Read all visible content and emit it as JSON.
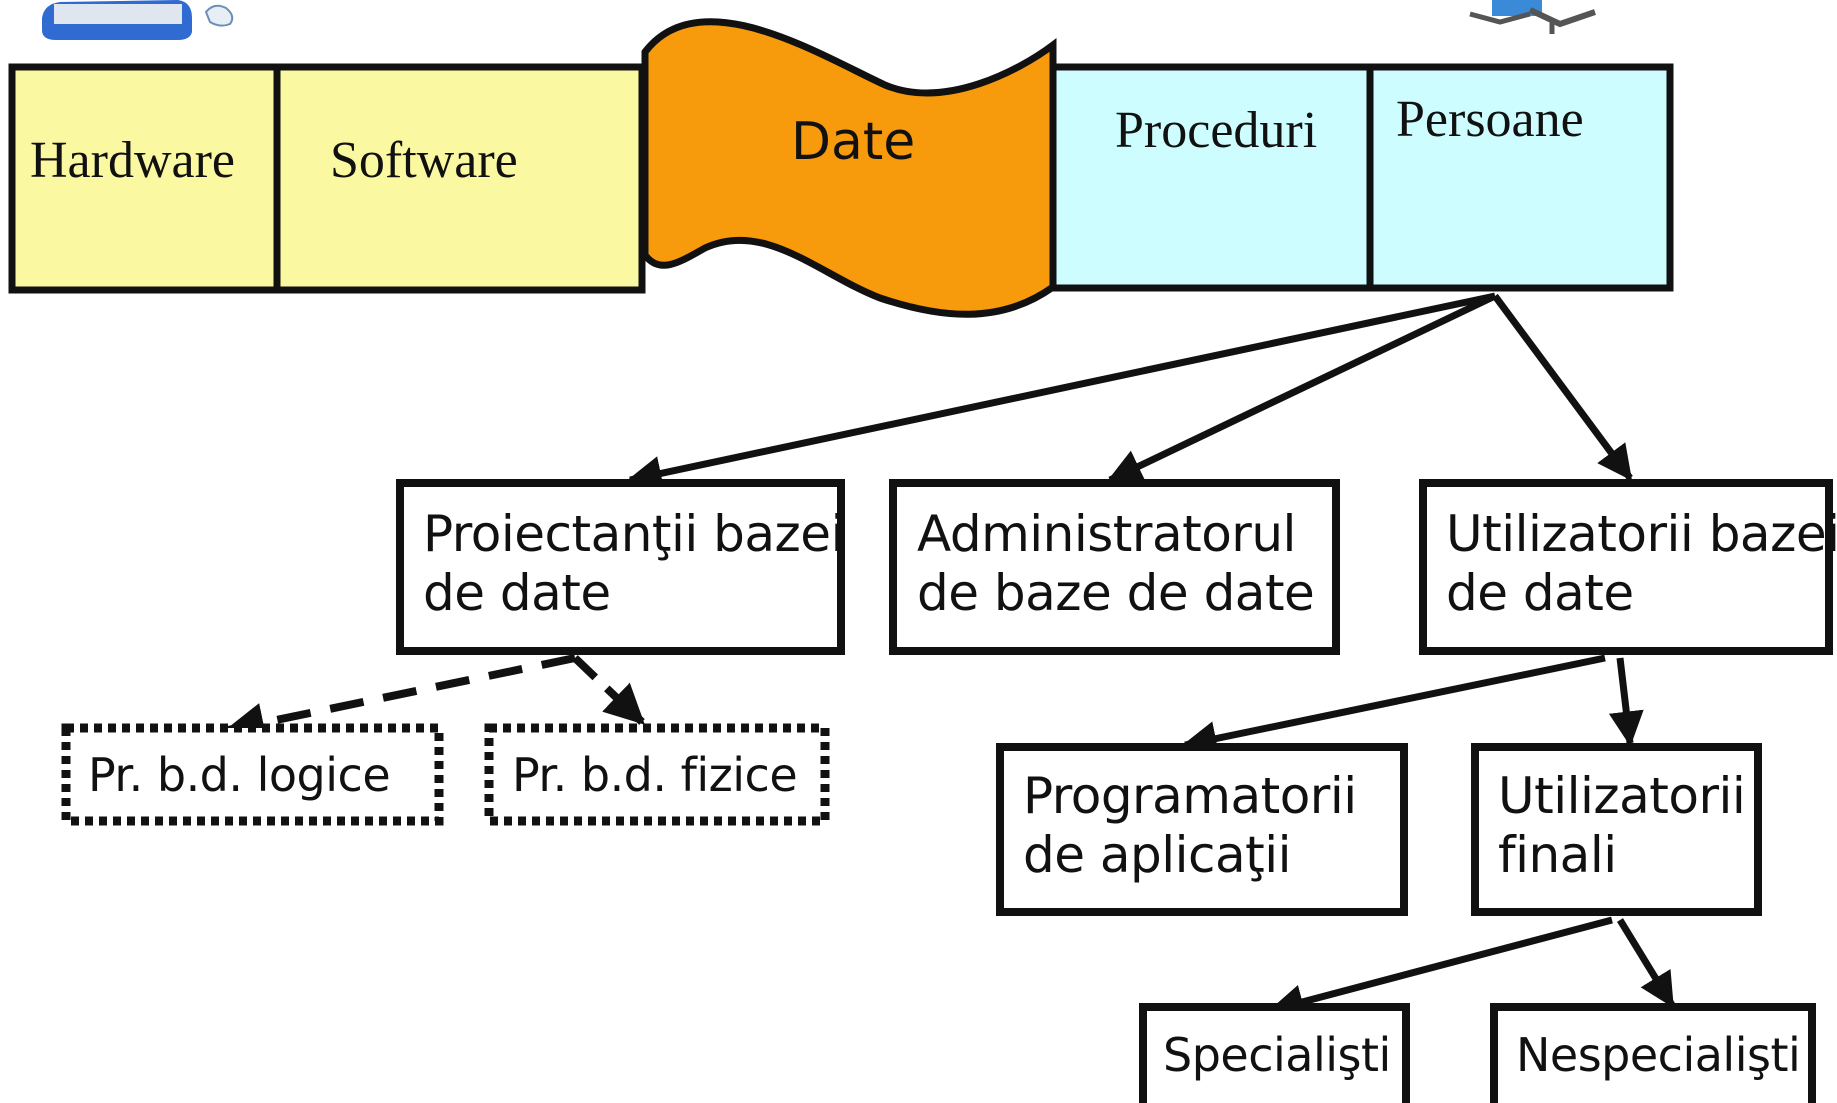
{
  "components": {
    "hardware": "Hardware",
    "software": "Software",
    "date": "Date",
    "proceduri": "Proceduri",
    "persoane": "Persoane"
  },
  "roles": {
    "proiectanti": {
      "line1": "Proiectanţii bazei",
      "line2": "de date"
    },
    "administrator": {
      "line1": "Administratorul",
      "line2": "de baze de date"
    },
    "utilizatori": {
      "line1": "Utilizatorii bazei",
      "line2": "de date"
    }
  },
  "proiectanti_sub": {
    "logice": "Pr. b.d. logice",
    "fizice": "Pr. b.d. fizice"
  },
  "utilizatori_sub": {
    "programatori": {
      "line1": "Programatorii",
      "line2": "de aplicaţii"
    },
    "finali": {
      "line1": "Utilizatorii",
      "line2": "finali"
    }
  },
  "finali_sub": {
    "specialisti": "Specialişti",
    "nespecialisti": "Nespecialişti"
  },
  "icons": {
    "top_left": "keyboard-mouse-icon",
    "top_right": "office-chair-icon"
  },
  "colors": {
    "hardware_software_fill": "#faf8a0",
    "date_fill": "#f79a0c",
    "proceduri_persoane_fill": "#cdfdfe",
    "stroke": "#111111",
    "keyboard": "#2f6bd0"
  }
}
